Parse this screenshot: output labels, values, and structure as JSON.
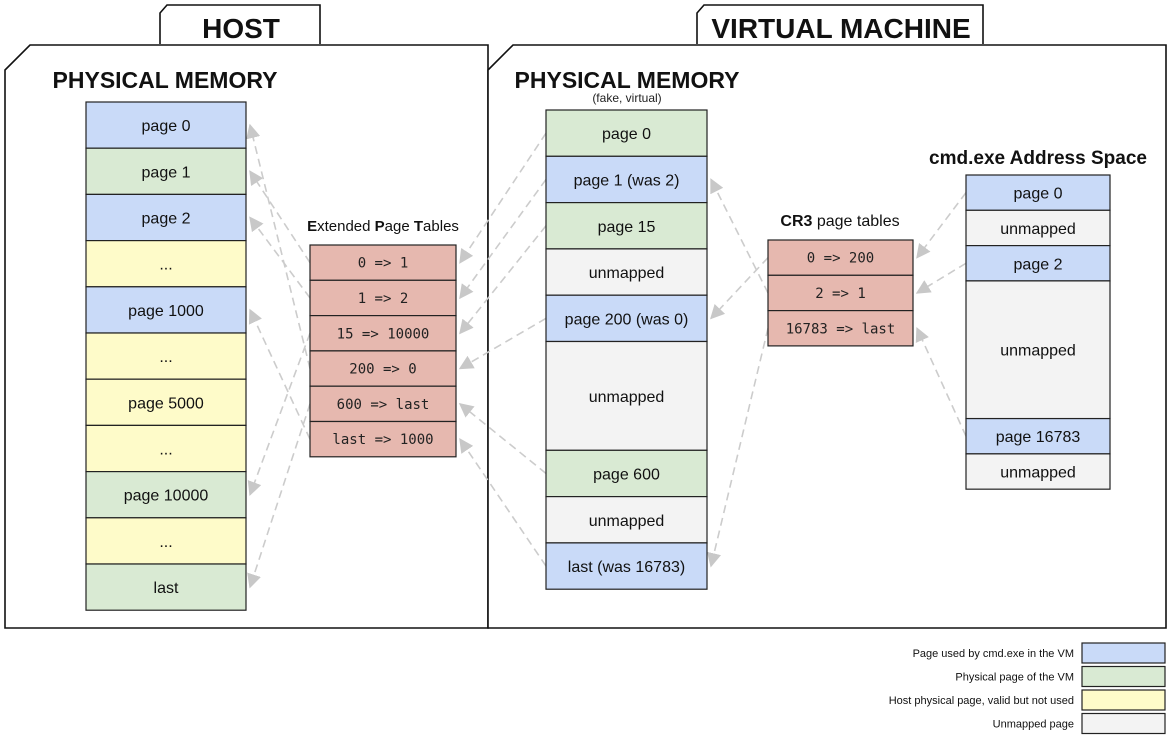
{
  "colors": {
    "blue": "#c9daf8",
    "green": "#d9ead3",
    "yellow": "#fefbc9",
    "gray": "#f3f3f3",
    "red": "#e6b8af"
  },
  "host": {
    "tab_label": "HOST",
    "title": "PHYSICAL MEMORY",
    "pages": [
      {
        "label": "page 0",
        "kind": "blue"
      },
      {
        "label": "page 1",
        "kind": "green"
      },
      {
        "label": "page 2",
        "kind": "blue"
      },
      {
        "label": "...",
        "kind": "yellow"
      },
      {
        "label": "page 1000",
        "kind": "blue"
      },
      {
        "label": "...",
        "kind": "yellow"
      },
      {
        "label": "page 5000",
        "kind": "yellow"
      },
      {
        "label": "...",
        "kind": "yellow"
      },
      {
        "label": "page 10000",
        "kind": "green"
      },
      {
        "label": "...",
        "kind": "yellow"
      },
      {
        "label": "last",
        "kind": "green"
      }
    ]
  },
  "ept": {
    "title_parts": [
      {
        "text": "E",
        "bold": true
      },
      {
        "text": "xtended ",
        "bold": false
      },
      {
        "text": "P",
        "bold": true
      },
      {
        "text": "age ",
        "bold": false
      },
      {
        "text": "T",
        "bold": true
      },
      {
        "text": "ables",
        "bold": false
      }
    ],
    "entries": [
      "0 => 1",
      "1 => 2",
      "15 => 10000",
      "200 => 0",
      "600 => last",
      "last => 1000"
    ]
  },
  "vm": {
    "tab_label": "VIRTUAL MACHINE",
    "title": "PHYSICAL MEMORY",
    "subtitle": "(fake, virtual)",
    "pages": [
      {
        "label": "page 0",
        "kind": "green",
        "size": 1
      },
      {
        "label": "page 1 (was 2)",
        "kind": "blue",
        "size": 1
      },
      {
        "label": "page 15",
        "kind": "green",
        "size": 1
      },
      {
        "label": "unmapped",
        "kind": "gray",
        "size": 1
      },
      {
        "label": "page 200 (was 0)",
        "kind": "blue",
        "size": 1
      },
      {
        "label": "unmapped",
        "kind": "gray",
        "size": 2.35
      },
      {
        "label": "page 600",
        "kind": "green",
        "size": 1
      },
      {
        "label": "unmapped",
        "kind": "gray",
        "size": 1
      },
      {
        "label": "last (was 16783)",
        "kind": "blue",
        "size": 1
      }
    ]
  },
  "cr3": {
    "title_bold": "CR3",
    "title_rest": " page tables",
    "entries": [
      "0 => 200",
      "2 => 1",
      "16783 => last"
    ]
  },
  "cmd": {
    "title": "cmd.exe Address Space",
    "pages": [
      {
        "label": "page 0",
        "kind": "blue",
        "size": 1
      },
      {
        "label": "unmapped",
        "kind": "gray",
        "size": 1
      },
      {
        "label": "page 2",
        "kind": "blue",
        "size": 1
      },
      {
        "label": "unmapped",
        "kind": "gray",
        "size": 3.9
      },
      {
        "label": "page 16783",
        "kind": "blue",
        "size": 1
      },
      {
        "label": "unmapped",
        "kind": "gray",
        "size": 1
      }
    ]
  },
  "legend": [
    {
      "label": "Page used by cmd.exe in the VM",
      "kind": "blue"
    },
    {
      "label": "Physical page of the VM",
      "kind": "green"
    },
    {
      "label": "Host physical page, valid but not used",
      "kind": "yellow"
    },
    {
      "label": "Unmapped page",
      "kind": "gray"
    }
  ]
}
